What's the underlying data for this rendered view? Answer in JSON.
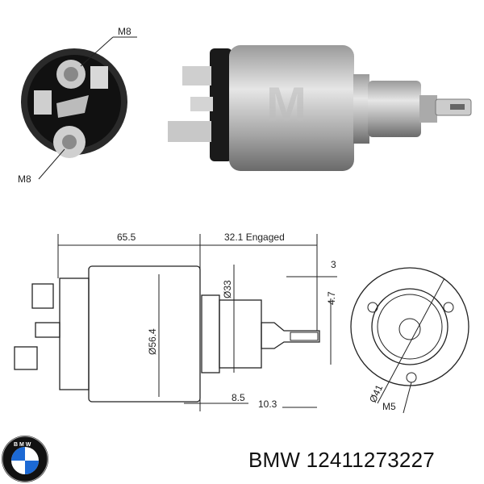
{
  "product": {
    "brand": "BMW",
    "part_number": "12411273227",
    "caption": "BMW 12411273227"
  },
  "photo_labels": {
    "terminal_top": "M8",
    "terminal_bottom": "M8"
  },
  "drawing_dimensions": {
    "body_length": "65.5",
    "engaged_stroke": "32.1 Engaged",
    "body_diameter": "Ø56.4",
    "nose_diameter": "Ø33",
    "tab_thickness": "3",
    "tab_hole": "4.7",
    "tab_length": "10.3",
    "flange_width": "8.5",
    "bolt_circle": "Ø41",
    "mount_thread": "M5"
  },
  "logo": {
    "name": "bmw-roundel-logo",
    "colors": [
      "#000000",
      "#1c69d4",
      "#ffffff"
    ]
  }
}
